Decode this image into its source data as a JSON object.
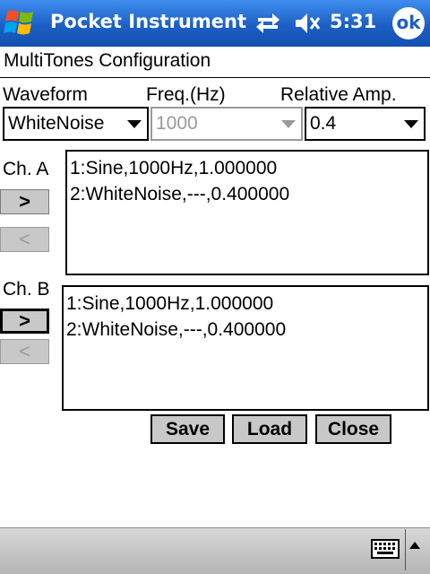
{
  "titlebar": {
    "app_title": "Pocket Instrument",
    "time": "5:31",
    "ok_label": "ok",
    "icons": [
      "windows-start-icon",
      "connectivity-icon",
      "volume-muted-icon"
    ],
    "colors": {
      "bar": "#1c5fc4",
      "text": "#ffffff"
    }
  },
  "form": {
    "heading": "MultiTones Configuration",
    "labels": {
      "waveform": "Waveform",
      "freq": "Freq.(Hz)",
      "amp": "Relative Amp."
    },
    "waveform": {
      "value": "WhiteNoise",
      "enabled": true
    },
    "freq": {
      "value": "1000",
      "enabled": false
    },
    "amp": {
      "value": "0.4",
      "enabled": true
    }
  },
  "channels": {
    "a": {
      "label": "Ch. A",
      "add_label": ">",
      "remove_label": "<",
      "items": [
        "1:Sine,1000Hz,1.000000",
        "2:WhiteNoise,---,0.400000"
      ]
    },
    "b": {
      "label": "Ch. B",
      "add_label": ">",
      "remove_label": "<",
      "items": [
        "1:Sine,1000Hz,1.000000",
        "2:WhiteNoise,---,0.400000"
      ]
    }
  },
  "actions": {
    "save": "Save",
    "load": "Load",
    "close": "Close"
  },
  "bottombar": {
    "icons": [
      "keyboard-icon",
      "sip-arrow-icon"
    ]
  }
}
